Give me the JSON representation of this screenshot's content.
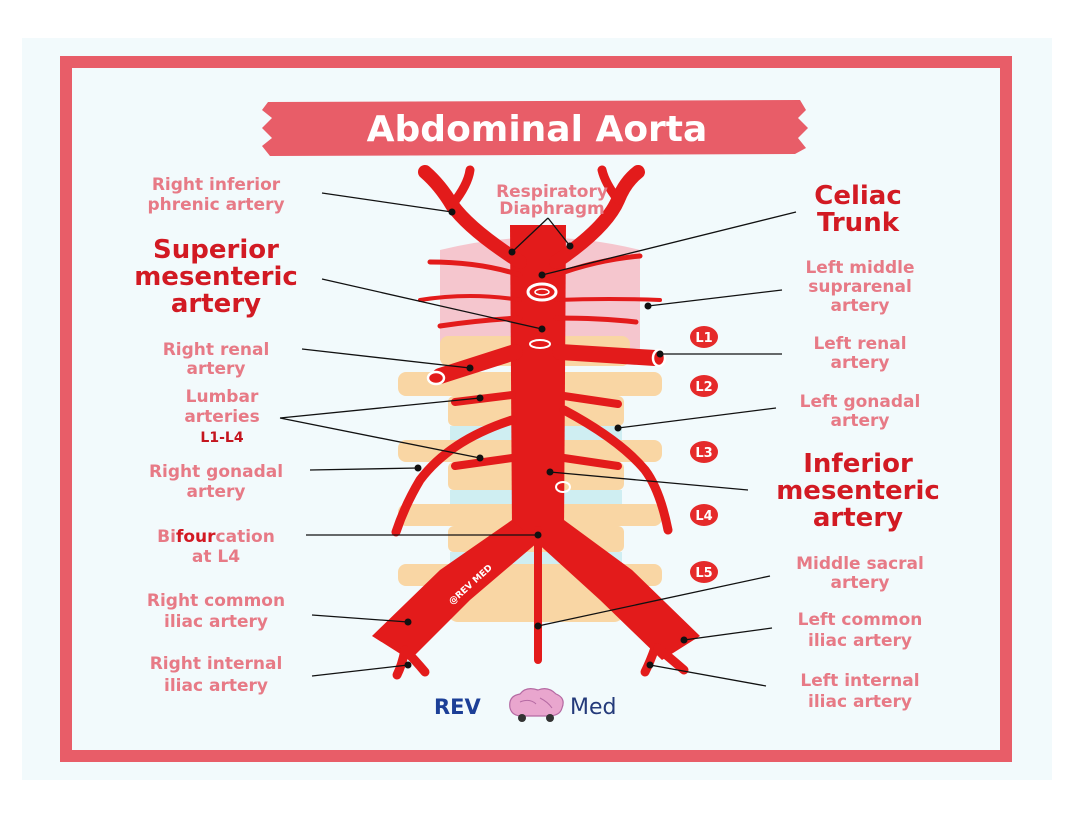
{
  "title": "Abdominal Aorta",
  "labels": {
    "right_inferior_phrenic_1": "Right inferior",
    "right_inferior_phrenic_2": "phrenic artery",
    "respiratory_1": "Respiratory",
    "respiratory_2": "Diaphragm",
    "celiac_1": "Celiac",
    "celiac_2": "Trunk",
    "superior_mes_1": "Superior",
    "superior_mes_2": "mesenteric",
    "superior_mes_3": "artery",
    "left_middle_supra_1": "Left middle",
    "left_middle_supra_2": "suprarenal",
    "left_middle_supra_3": "artery",
    "right_renal_1": "Right renal",
    "right_renal_2": "artery",
    "left_renal_1": "Left renal",
    "left_renal_2": "artery",
    "lumbar_1": "Lumbar",
    "lumbar_2": "arteries",
    "lumbar_3": "L1-L4",
    "left_gonadal_1": "Left gonadal",
    "left_gonadal_2": "artery",
    "right_gonadal_1": "Right gonadal",
    "right_gonadal_2": "artery",
    "inferior_mes_1": "Inferior",
    "inferior_mes_2": "mesenteric",
    "inferior_mes_3": "artery",
    "bif_a": "Bi",
    "bif_b": "four",
    "bif_c": "cation",
    "bif_2": "at L4",
    "middle_sacral_1": "Middle sacral",
    "middle_sacral_2": "artery",
    "right_common_1": "Right common",
    "right_common_2": "iliac artery",
    "left_common_1": "Left common",
    "left_common_2": "iliac artery",
    "right_internal_1": "Right internal",
    "right_internal_2": "iliac artery",
    "left_internal_1": "Left internal",
    "left_internal_2": "iliac artery"
  },
  "levels": [
    "L1",
    "L2",
    "L3",
    "L4",
    "L5"
  ],
  "watermark": "@REV MED",
  "logo": {
    "left": "REV",
    "right": "Med"
  },
  "colors": {
    "frame": "#e85d68",
    "artery": "#e31b1b",
    "label": "#e77a86",
    "label_strong": "#d21a23",
    "vertebra": "#f9d6a4",
    "disc": "#cfeef2",
    "diaphragm": "#f6bcc6",
    "card": "#f2fafc"
  }
}
